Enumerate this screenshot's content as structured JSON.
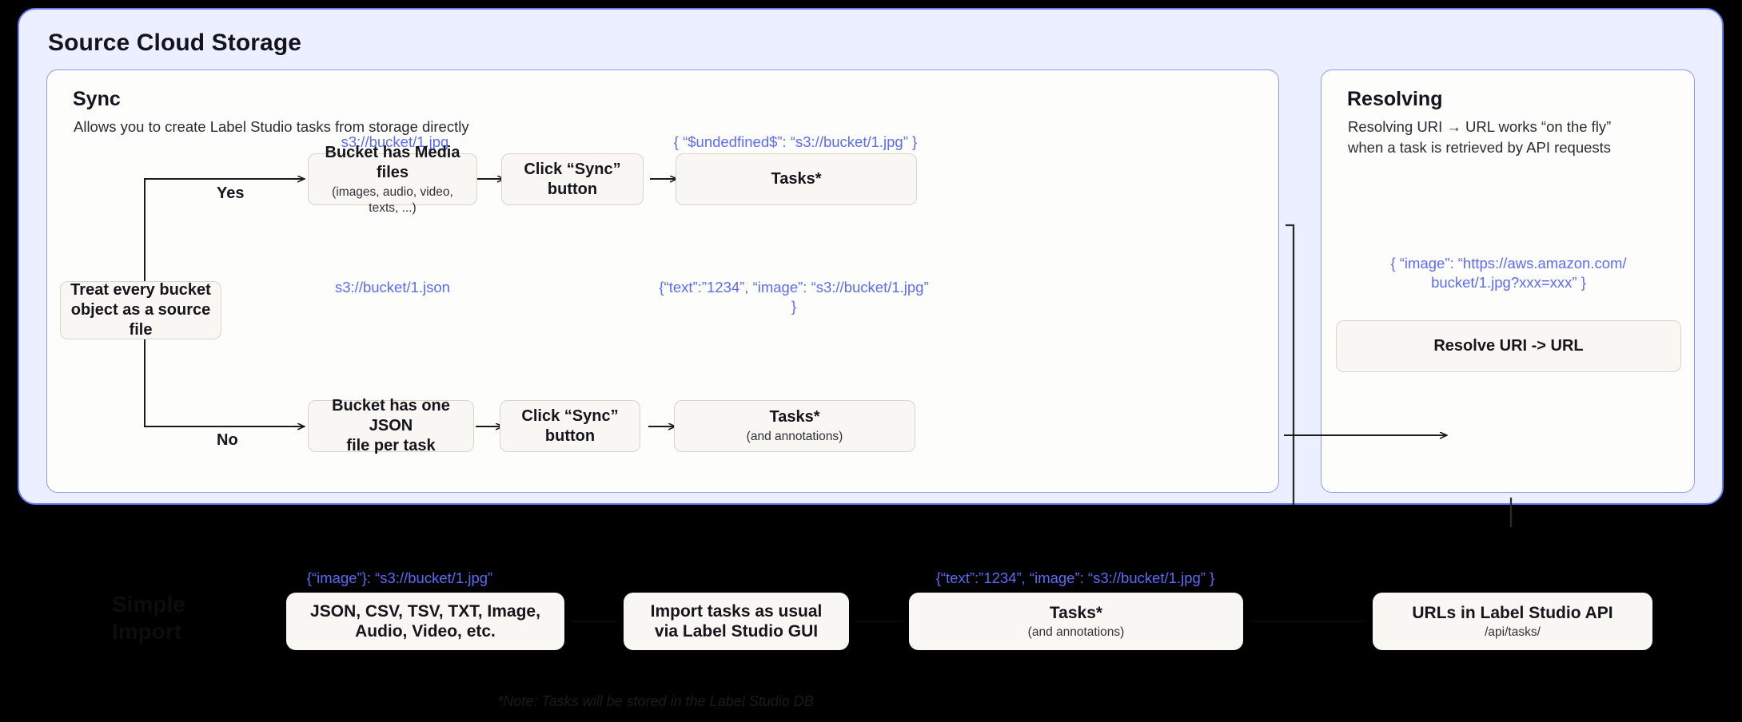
{
  "outer_panel": {
    "title": "Source Cloud Storage"
  },
  "sync_panel": {
    "title": "Sync",
    "subtitle": "Allows you to create Label Studio tasks from storage directly",
    "decision": {
      "label": "Treat every bucket\nobject as a source file",
      "yes_label": "Yes",
      "no_label": "No"
    },
    "branch_media": {
      "annotation": "s3://bucket/1.jpg",
      "source_main": "Bucket has Media files",
      "source_sub": "(images, audio, video, texts, ...)",
      "action": "Click “Sync” button",
      "result_annotation": "{ “$undedfined$”: “s3://bucket/1.jpg” }",
      "result_main": "Tasks*"
    },
    "branch_json": {
      "annotation": "s3://bucket/1.json",
      "source_main": "Bucket has one JSON\nfile per task",
      "action": "Click “Sync” button",
      "result_annotation": "{“text”:”1234”,  “image”: “s3://bucket/1.jpg” }",
      "result_main": "Tasks*",
      "result_sub": "(and annotations)"
    }
  },
  "resolving_panel": {
    "title": "Resolving",
    "subtitle": "Resolving URI → URL works “on the fly”\nwhen a task is retrieved by API requests",
    "annotation": "{ “image”: “https://aws.amazon.com/\nbucket/1.jpg?xxx=xxx” }",
    "node_label": "Resolve URI -> URL"
  },
  "import_row": {
    "section_label": "Simple\nImport",
    "formats_annotation": "{“image”}: “s3://bucket/1.jpg”",
    "formats_label": "JSON, CSV, TSV, TXT, Image,\nAudio, Video, etc.",
    "gui_label": "Import tasks as usual\nvia Label Studio GUI",
    "tasks_annotation": "{“text”:”1234”,  “image”: “s3://bucket/1.jpg” }",
    "tasks_main": "Tasks*",
    "tasks_sub": "(and annotations)",
    "api_main": "URLs in Label Studio API",
    "api_sub": "/api/tasks/"
  },
  "footer": {
    "note": "*Note: Tasks will be stored in the Label Studio DB"
  },
  "colors": {
    "panel_bg": "#ecefff",
    "panel_border": "#6b7dfb",
    "card_bg": "#fdfdfb",
    "card_border": "#8b9bfb",
    "node_bg": "#f8f7f3",
    "node_border": "#d9d4c8",
    "accent_blue": "#5a6cf5",
    "backdrop": "#000000"
  }
}
